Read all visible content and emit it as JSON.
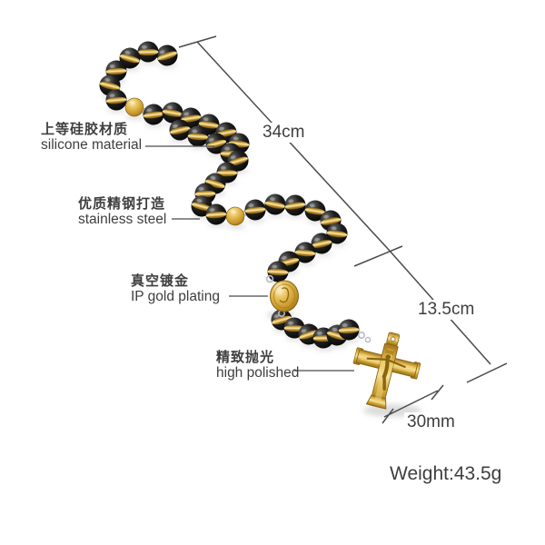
{
  "annotations": {
    "material_labels": [
      {
        "zh": "上等硅胶材质",
        "en": "silicone material"
      },
      {
        "zh": "优质精钢打造",
        "en": "stainless steel"
      },
      {
        "zh": "真空镀金",
        "en": "IP gold plating"
      },
      {
        "zh": "精致抛光",
        "en": "high polished"
      }
    ],
    "dimensions": {
      "chain_length": "34cm",
      "drop_length": "13.5cm",
      "cross_width": "30mm"
    },
    "weight": "Weight:43.5g"
  },
  "colors": {
    "gold": "#cf9f2f",
    "bead_black": "#111111",
    "silver": "#b7bac1",
    "text": "#3e3e3e",
    "dimension_line": "#4b4b4b",
    "background": "#ffffff"
  }
}
